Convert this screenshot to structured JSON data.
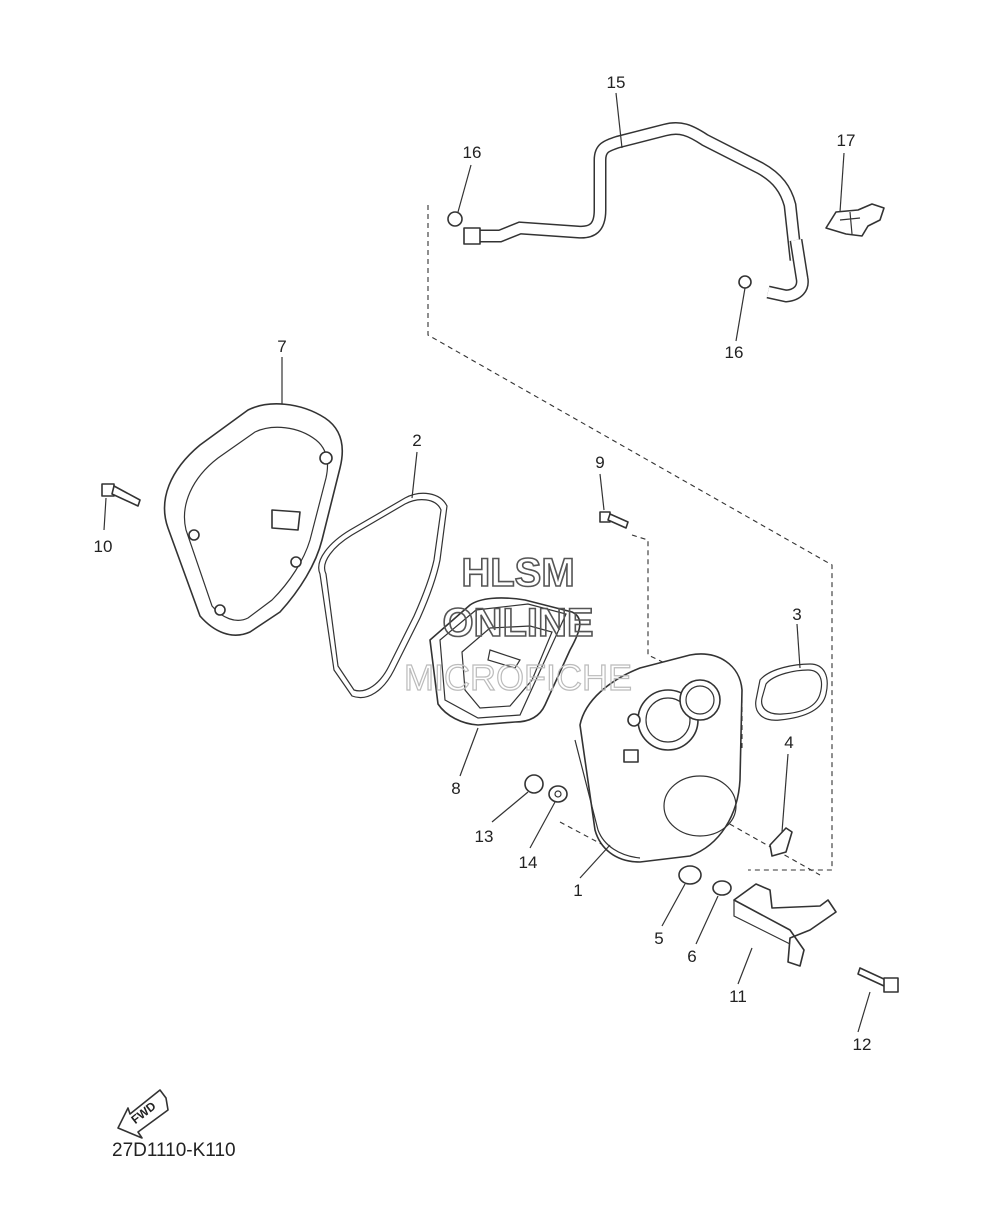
{
  "diagram": {
    "callouts": {
      "c1": "1",
      "c2": "2",
      "c3": "3",
      "c4": "4",
      "c5": "5",
      "c6": "6",
      "c7": "7",
      "c8": "8",
      "c9": "9",
      "c10": "10",
      "c11": "11",
      "c12": "12",
      "c13": "13",
      "c14": "14",
      "c15": "15",
      "c16a": "16",
      "c16b": "16",
      "c17": "17"
    },
    "fwd_label": "FWD",
    "diagram_code": "27D1110-K110"
  },
  "watermark": {
    "line1": "HLSM",
    "line2": "ONLINE",
    "line3": "MICROFICHE"
  }
}
